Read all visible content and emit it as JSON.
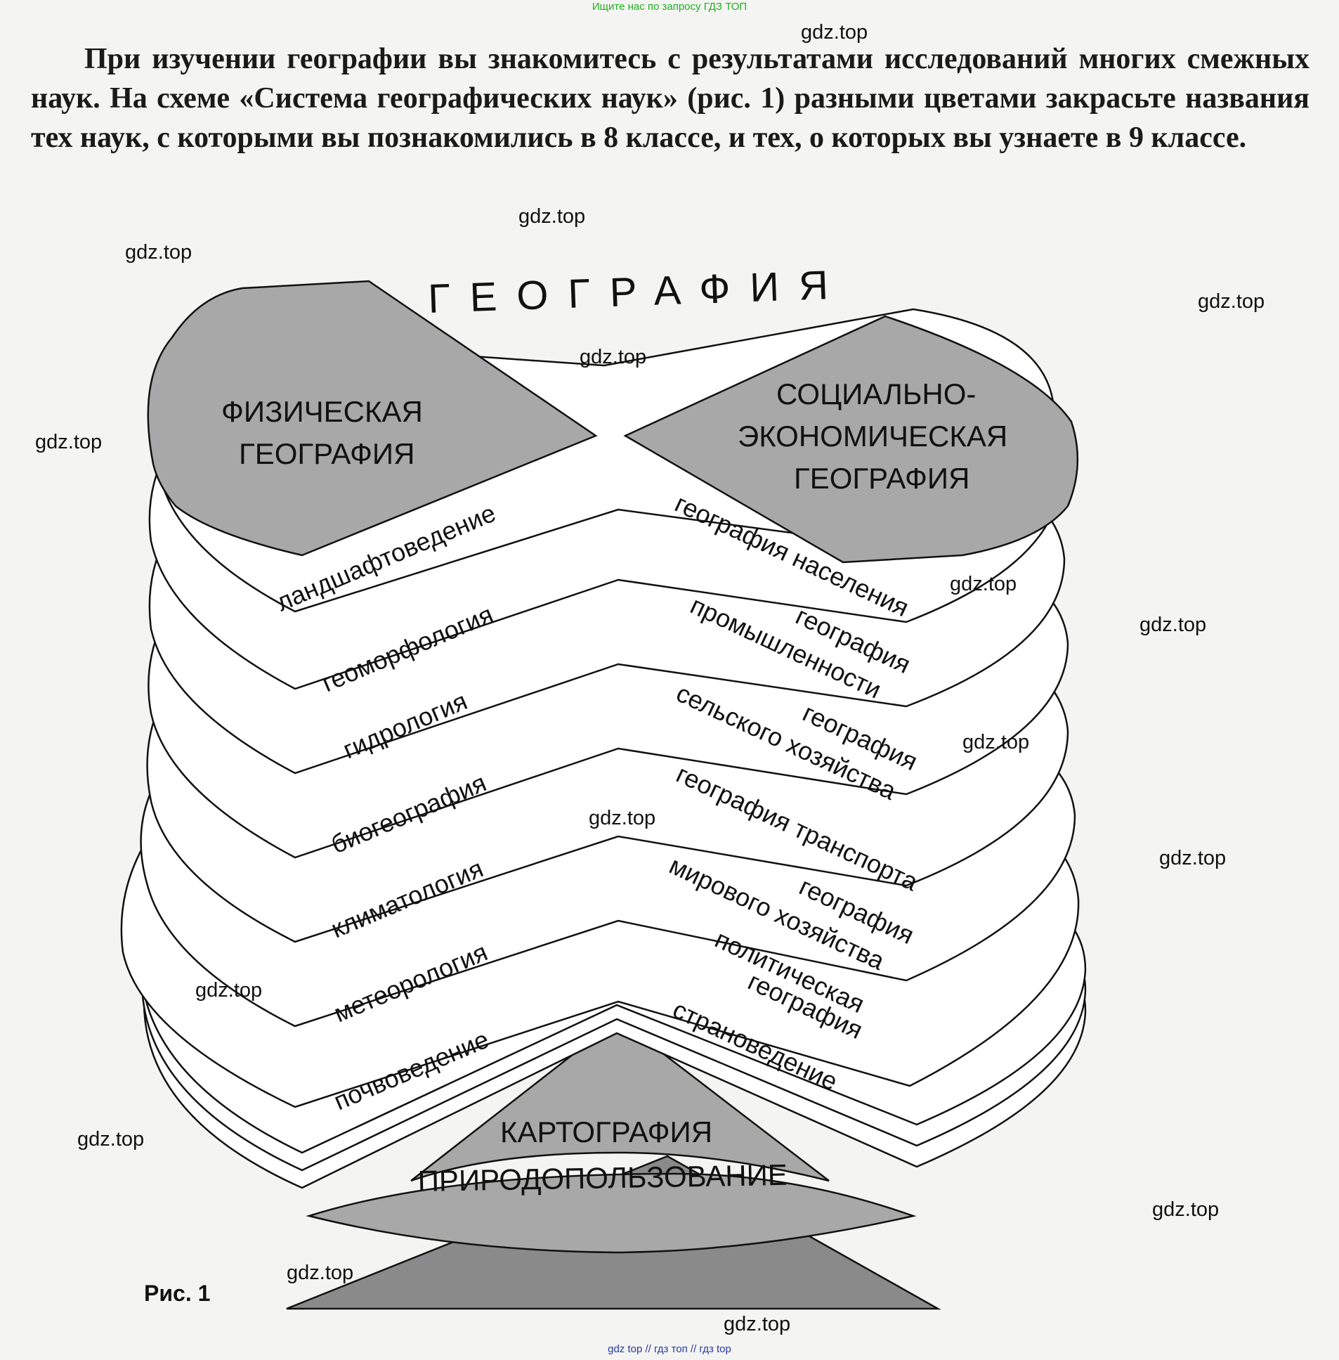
{
  "header_note": "Ищите нас по запросу ГДЗ ТОП",
  "footer_note": "gdz top  //  гдз топ  //  гдз top",
  "task_text": "При изучении географии вы знакомитесь с результатами исследований многих смежных наук. На схеме «Система географических наук» (рис. 1) разными цветами закрасьте названия тех наук, с которыми вы познакомились в 8 классе, и тех, о которых вы узнаете в 9 классе.",
  "watermark": "gdz.top",
  "diagram": {
    "title": "ГЕОГРАФИЯ",
    "physical": [
      "ФИЗИЧЕСКАЯ",
      "ГЕОГРАФИЯ"
    ],
    "socio": [
      "СОЦИАЛЬНО-",
      "ЭКОНОМИЧЕСКАЯ",
      "ГЕОГРАФИЯ"
    ],
    "left_sciences": [
      "ландшафтоведение",
      "геоморфология",
      "гидрология",
      "биогеография",
      "климатология",
      "метеорология",
      "почвоведение"
    ],
    "right_sciences": [
      [
        "география населения"
      ],
      [
        "география",
        "промышленности"
      ],
      [
        "география",
        "сельского хозяйства"
      ],
      [
        "география транспорта"
      ],
      [
        "география",
        "мирового хозяйства"
      ],
      [
        "политическая",
        "география"
      ],
      [
        "страноведение"
      ]
    ],
    "cartography": "КАРТОГРАФИЯ",
    "nature_use": "ПРИРОДОПОЛЬЗОВАНИЕ"
  },
  "figure_caption": "Рис. 1",
  "colors": {
    "shaded": "#a8a8a8",
    "dark_base": "#8a8a8a",
    "banner_top": "#20b020",
    "banner_bottom": "#2a3aa0"
  }
}
